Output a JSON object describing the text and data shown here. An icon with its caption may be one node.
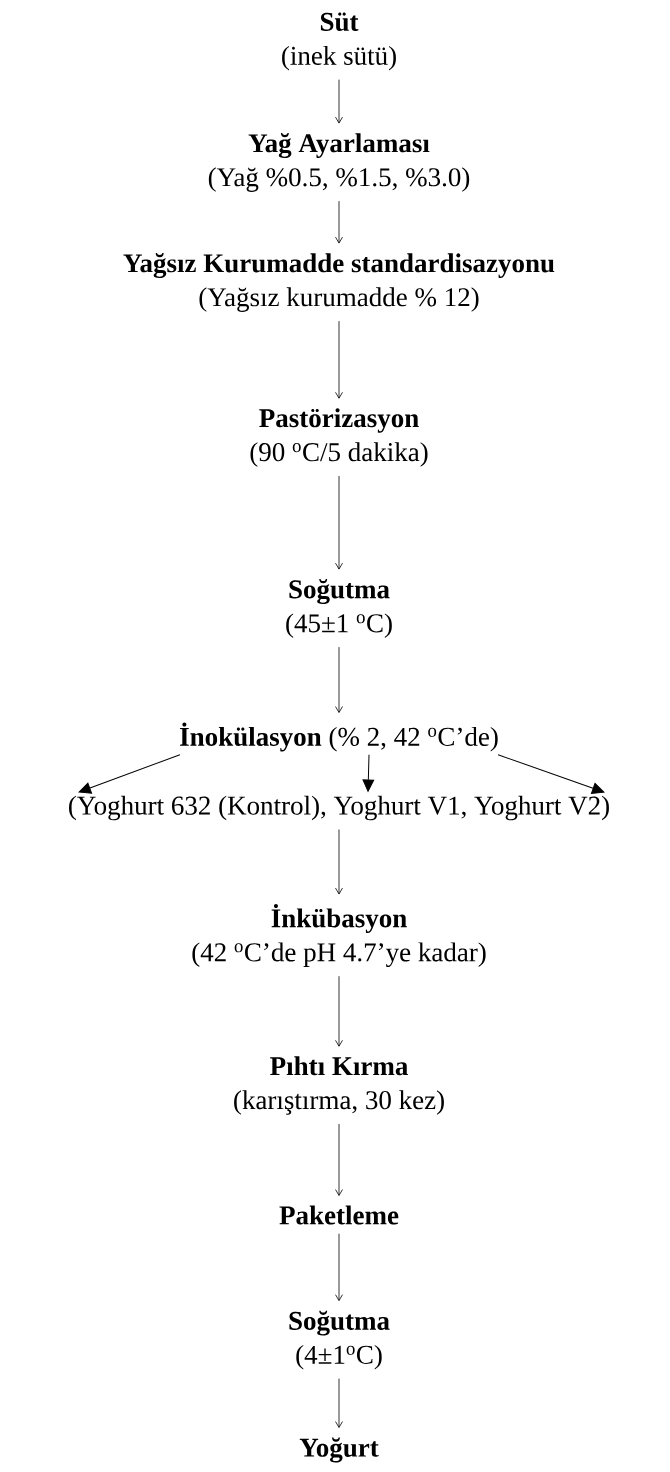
{
  "diagram": {
    "nodes": [
      {
        "text": [
          "Süt",
          "(inek sütü)"
        ]
      },
      {
        "text": [
          "Yağ Ayarlaması",
          "(Yağ %0.5, %1.5, %3.0)"
        ]
      },
      {
        "text": [
          "Yağsız Kurumadde standardisazyonu",
          "(Yağsız kurumadde % 12)"
        ]
      },
      {
        "text": [
          "Pastörizasyon",
          "(90 $^{o}$C/5 dakika)"
        ]
      },
      {
        "text": [
          "Soğutma",
          "(45±1 $^{o}$C)"
        ]
      },
      {
        "text": [
          "**İnokülasyon** (% 2, 42 $^{o}$C’de)"
        ]
      },
      {
        "text": [
          "(Yoghurt 632 (Kontrol), Yoghurt V1, Yoghurt V2)"
        ]
      },
      {
        "text": [
          "İnkübasyon",
          "(42 $^{o}$C’de pH 4.7’ye kadar)"
        ]
      },
      {
        "text": [
          "Pıhtı Kırma",
          "(karıştırma, 30 kez)"
        ]
      },
      {
        "text": [
          "Paketleme"
        ]
      },
      {
        "text": [
          "Soğutma",
          "(4±1$^{o}$C)"
        ]
      },
      {
        "text": [
          "Yoğurt"
        ]
      }
    ],
    "edges": [
      {
        "from": 0,
        "to": 1,
        "arrow": "to"
      },
      {
        "from": 1,
        "to": 2,
        "arrow": "to"
      },
      {
        "from": 2,
        "to": 3,
        "arrow": "to"
      },
      {
        "from": 3,
        "to": 4,
        "arrow": "to"
      },
      {
        "from": 4,
        "to": 5,
        "arrow": "to"
      },
      {
        "from": 5,
        "to": 6,
        "arrow": "to"
      },
      {
        "from": 5,
        "to": 6,
        "arrow": "to"
      },
      {
        "from": 5,
        "to": 6,
        "arrow": "to"
      },
      {
        "from": 6,
        "to": 7,
        "arrow": "to"
      },
      {
        "from": 7,
        "to": 8,
        "arrow": "to"
      },
      {
        "from": 8,
        "to": 9,
        "arrow": "to"
      },
      {
        "from": 9,
        "to": 10,
        "arrow": "to"
      },
      {
        "from": 10,
        "to": 11,
        "arrow": "to"
      }
    ]
  }
}
